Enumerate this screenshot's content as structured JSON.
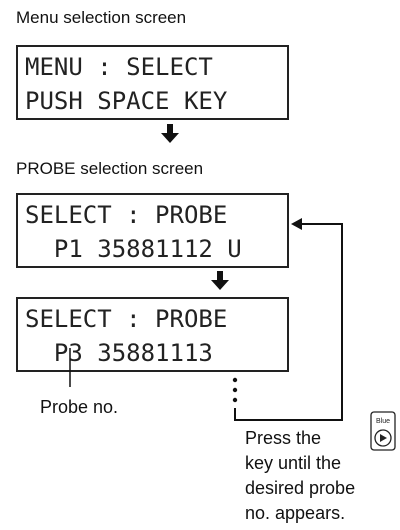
{
  "menu_caption": "Menu selection screen",
  "menu_screen": {
    "line1": "MENU : SELECT",
    "line2": "PUSH SPACE KEY"
  },
  "probe_caption": "PROBE selection screen",
  "probe_screen_1": {
    "line1": "SELECT : PROBE",
    "line2": "  P1 35881112 U"
  },
  "probe_screen_2": {
    "line1": "SELECT : PROBE",
    "line2": "  P3 35881113"
  },
  "probe_label": "Probe no.",
  "instruction": {
    "line1": "Press the",
    "line2": "key until the",
    "line3": "desired probe",
    "line4": "no. appears."
  },
  "key_icon": {
    "name": "blue-key-icon",
    "label": "Blue"
  }
}
